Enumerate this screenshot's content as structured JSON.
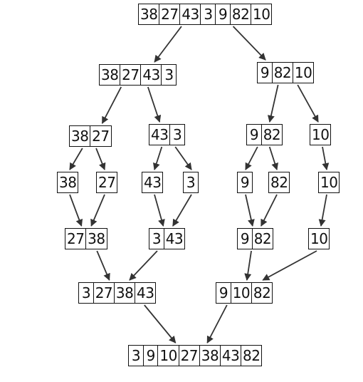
{
  "nodes": [
    {
      "id": "root",
      "cells": [
        "38",
        "27",
        "43",
        "3",
        "9",
        "82",
        "10"
      ]
    },
    {
      "id": "split-left",
      "cells": [
        "38",
        "27",
        "43",
        "3"
      ]
    },
    {
      "id": "split-right",
      "cells": [
        "9",
        "82",
        "10"
      ]
    },
    {
      "id": "split-ll",
      "cells": [
        "38",
        "27"
      ]
    },
    {
      "id": "split-lr",
      "cells": [
        "43",
        "3"
      ]
    },
    {
      "id": "split-rl",
      "cells": [
        "9",
        "82"
      ]
    },
    {
      "id": "split-rr",
      "cells": [
        "10"
      ]
    },
    {
      "id": "leaf-38",
      "cells": [
        "38"
      ]
    },
    {
      "id": "leaf-27",
      "cells": [
        "27"
      ]
    },
    {
      "id": "leaf-43",
      "cells": [
        "43"
      ]
    },
    {
      "id": "leaf-3",
      "cells": [
        "3"
      ]
    },
    {
      "id": "leaf-9",
      "cells": [
        "9"
      ]
    },
    {
      "id": "leaf-82",
      "cells": [
        "82"
      ]
    },
    {
      "id": "leaf-10",
      "cells": [
        "10"
      ]
    },
    {
      "id": "merge-ll",
      "cells": [
        "27",
        "38"
      ]
    },
    {
      "id": "merge-lr",
      "cells": [
        "3",
        "43"
      ]
    },
    {
      "id": "merge-rl",
      "cells": [
        "9",
        "82"
      ]
    },
    {
      "id": "merge-rr",
      "cells": [
        "10"
      ]
    },
    {
      "id": "merge-left",
      "cells": [
        "3",
        "27",
        "38",
        "43"
      ]
    },
    {
      "id": "merge-right",
      "cells": [
        "9",
        "10",
        "82"
      ]
    },
    {
      "id": "result",
      "cells": [
        "3",
        "9",
        "10",
        "27",
        "38",
        "43",
        "82"
      ]
    }
  ],
  "edges": [
    [
      "root",
      "split-left"
    ],
    [
      "root",
      "split-right"
    ],
    [
      "split-left",
      "split-ll"
    ],
    [
      "split-left",
      "split-lr"
    ],
    [
      "split-right",
      "split-rl"
    ],
    [
      "split-right",
      "split-rr"
    ],
    [
      "split-ll",
      "leaf-38"
    ],
    [
      "split-ll",
      "leaf-27"
    ],
    [
      "split-lr",
      "leaf-43"
    ],
    [
      "split-lr",
      "leaf-3"
    ],
    [
      "split-rl",
      "leaf-9"
    ],
    [
      "split-rl",
      "leaf-82"
    ],
    [
      "split-rr",
      "leaf-10"
    ],
    [
      "leaf-38",
      "merge-ll"
    ],
    [
      "leaf-27",
      "merge-ll"
    ],
    [
      "leaf-43",
      "merge-lr"
    ],
    [
      "leaf-3",
      "merge-lr"
    ],
    [
      "leaf-9",
      "merge-rl"
    ],
    [
      "leaf-82",
      "merge-rl"
    ],
    [
      "leaf-10",
      "merge-rr"
    ],
    [
      "merge-ll",
      "merge-left"
    ],
    [
      "merge-lr",
      "merge-left"
    ],
    [
      "merge-rl",
      "merge-right"
    ],
    [
      "merge-rr",
      "merge-right"
    ],
    [
      "merge-left",
      "result"
    ],
    [
      "merge-right",
      "result"
    ]
  ]
}
